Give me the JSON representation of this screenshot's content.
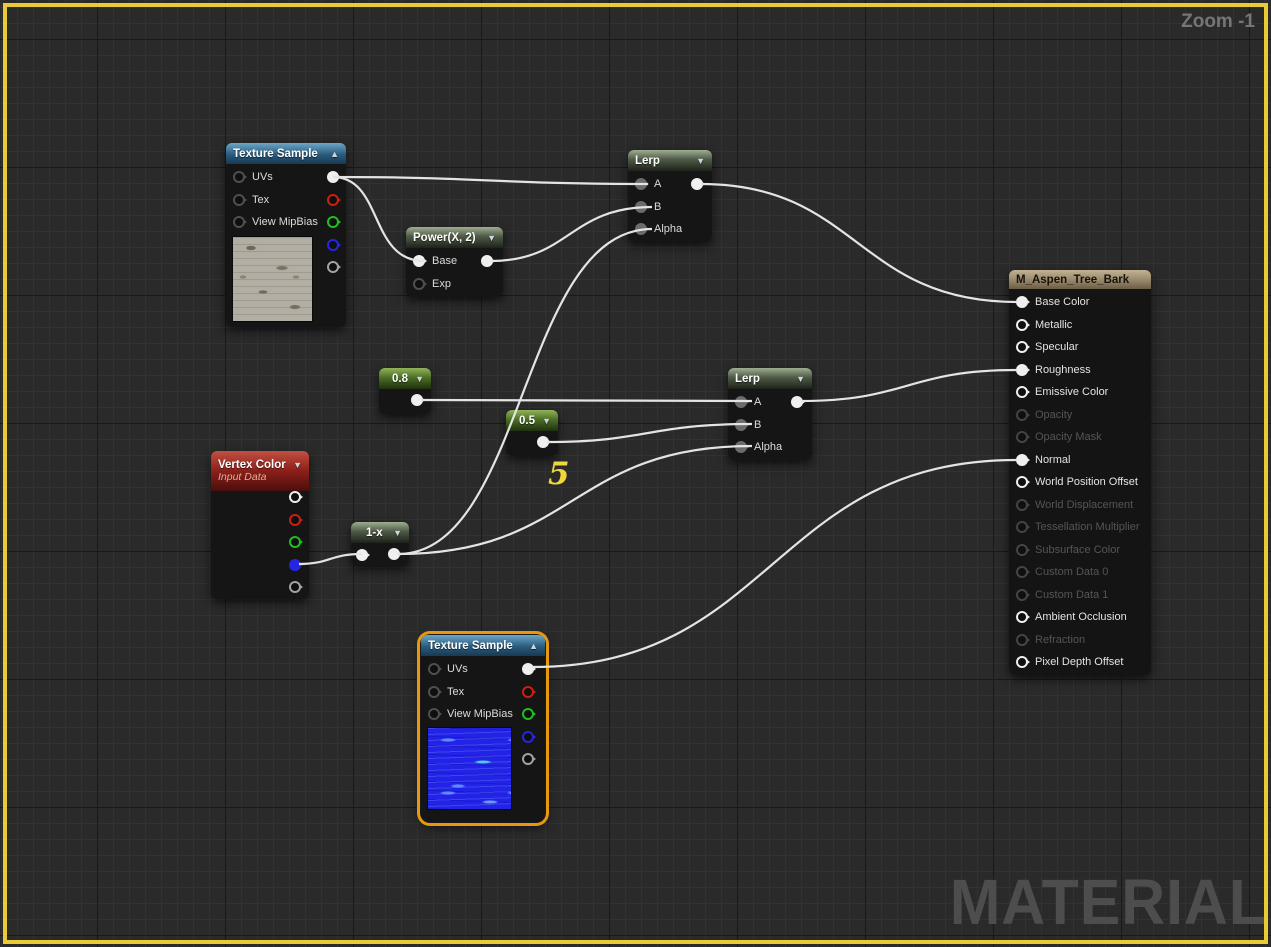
{
  "canvas": {
    "zoom_label": "Zoom -1",
    "watermark": "MATERIAL",
    "border_color": "#ecca35",
    "wire_color": "#e4e4e4",
    "selection_color": "#e8980f",
    "constant_value_color": "#efd73c"
  },
  "nodes": {
    "texture_sample_top": {
      "title": "Texture Sample",
      "collapse": "▲",
      "inputs": [
        "UVs",
        "Tex",
        "View MipBias"
      ],
      "outputs": [
        "RGB",
        "R",
        "G",
        "B",
        "A"
      ],
      "preview": "grey-bark-texture"
    },
    "power": {
      "title": "Power(X, 2)",
      "collapse": "▼",
      "inputs": [
        "Base",
        "Exp"
      ]
    },
    "lerp_top": {
      "title": "Lerp",
      "collapse": "▼",
      "inputs": [
        "A",
        "B",
        "Alpha"
      ]
    },
    "const_08": {
      "title": "0.8",
      "collapse": "▼"
    },
    "const_05": {
      "title": "0.5",
      "collapse": "▼",
      "value_preview": "5"
    },
    "vertex_color": {
      "title": "Vertex Color",
      "subtitle": "Input Data",
      "collapse": "▼",
      "outputs": [
        "RGB",
        "R",
        "G",
        "B",
        "A"
      ]
    },
    "one_minus_x": {
      "title": "1-x",
      "collapse": "▼"
    },
    "lerp_mid": {
      "title": "Lerp",
      "collapse": "▼",
      "inputs": [
        "A",
        "B",
        "Alpha"
      ]
    },
    "texture_sample_bottom": {
      "title": "Texture Sample",
      "collapse": "▲",
      "selected": true,
      "inputs": [
        "UVs",
        "Tex",
        "View MipBias"
      ],
      "outputs": [
        "RGB",
        "R",
        "G",
        "B",
        "A"
      ],
      "preview": "blue-normal-map-texture"
    }
  },
  "material": {
    "title": "M_Aspen_Tree_Bark",
    "pins": [
      {
        "label": "Base Color",
        "state": "connected"
      },
      {
        "label": "Metallic",
        "state": "open"
      },
      {
        "label": "Specular",
        "state": "open"
      },
      {
        "label": "Roughness",
        "state": "connected"
      },
      {
        "label": "Emissive Color",
        "state": "open"
      },
      {
        "label": "Opacity",
        "state": "disabled"
      },
      {
        "label": "Opacity Mask",
        "state": "disabled"
      },
      {
        "label": "Normal",
        "state": "connected"
      },
      {
        "label": "World Position Offset",
        "state": "open"
      },
      {
        "label": "World Displacement",
        "state": "disabled"
      },
      {
        "label": "Tessellation Multiplier",
        "state": "disabled"
      },
      {
        "label": "Subsurface Color",
        "state": "disabled"
      },
      {
        "label": "Custom Data 0",
        "state": "disabled"
      },
      {
        "label": "Custom Data 1",
        "state": "disabled"
      },
      {
        "label": "Ambient Occlusion",
        "state": "open"
      },
      {
        "label": "Refraction",
        "state": "disabled"
      },
      {
        "label": "Pixel Depth Offset",
        "state": "open"
      }
    ]
  },
  "connections": [
    {
      "from": "texture_sample_top.RGB",
      "to": "lerp_top.A"
    },
    {
      "from": "texture_sample_top.RGB",
      "to": "power.Base"
    },
    {
      "from": "power.Out",
      "to": "lerp_top.B"
    },
    {
      "from": "one_minus_x.Out",
      "to": "lerp_top.Alpha"
    },
    {
      "from": "const_08.Out",
      "to": "lerp_mid.A"
    },
    {
      "from": "const_05.Out",
      "to": "lerp_mid.B"
    },
    {
      "from": "one_minus_x.Out",
      "to": "lerp_mid.Alpha"
    },
    {
      "from": "vertex_color.B",
      "to": "one_minus_x.In"
    },
    {
      "from": "lerp_top.Out",
      "to": "material.Base Color"
    },
    {
      "from": "lerp_mid.Out",
      "to": "material.Roughness"
    },
    {
      "from": "texture_sample_bottom.RGB",
      "to": "material.Normal"
    }
  ]
}
